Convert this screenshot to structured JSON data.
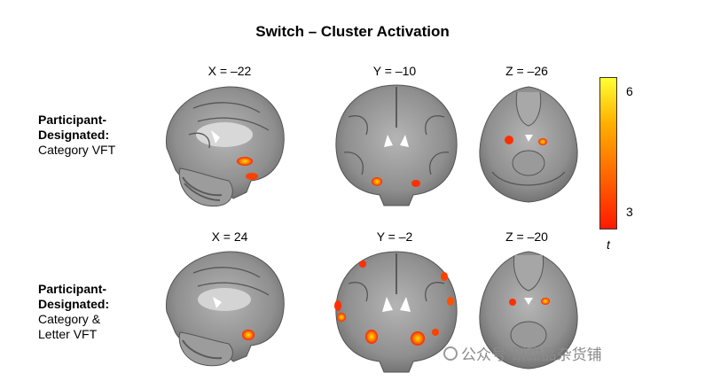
{
  "figure": {
    "title": "Switch – Cluster Activation",
    "rows": [
      {
        "label_bold": "Participant-Designated:",
        "label_lines": [
          "Category VFT"
        ],
        "coords": [
          "X = –22",
          "Y = –10",
          "Z = –26"
        ]
      },
      {
        "label_bold": "Participant-Designated:",
        "label_lines": [
          "Category &",
          "Letter VFT"
        ],
        "coords": [
          "X = 24",
          "Y = –2",
          "Z = –20"
        ]
      }
    ],
    "colorbar": {
      "max_tick": "6",
      "min_tick": "3",
      "label": "t"
    }
  },
  "watermark": "公众号·研甜品杂货铺",
  "colors": {
    "low": "#ff1a00",
    "high": "#ffff33"
  },
  "icons": [
    "wechat-icon"
  ]
}
